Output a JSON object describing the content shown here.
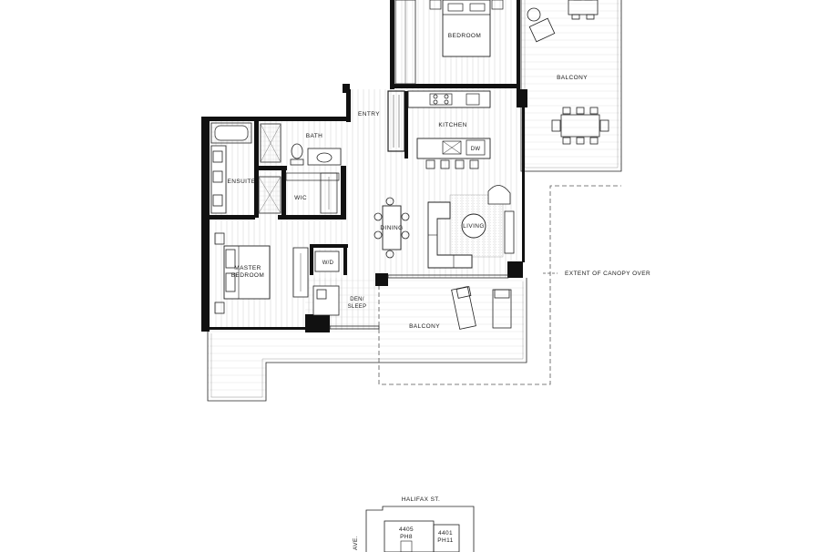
{
  "rooms": {
    "bedroom": "BEDROOM",
    "balcony_upper": "BALCONY",
    "entry": "ENTRY",
    "kitchen": "KITCHEN",
    "dw": "DW",
    "bath": "BATH",
    "ensuite": "ENSUITE",
    "wic": "WIC",
    "dining": "DINING",
    "living": "LIVING",
    "master_line1": "MASTER",
    "master_line2": "BEDROOM",
    "wd": "W/D",
    "den_line1": "DEN/",
    "den_line2": "SLEEP",
    "balcony_lower": "BALCONY"
  },
  "annotations": {
    "canopy": "EXTENT OF CANOPY OVER"
  },
  "keyplan": {
    "street": "HALIFAX ST.",
    "avenue": "AVE.",
    "unit_a_number": "4405",
    "unit_a_code": "PH8",
    "unit_b_number": "4401",
    "unit_b_code": "PH11"
  }
}
